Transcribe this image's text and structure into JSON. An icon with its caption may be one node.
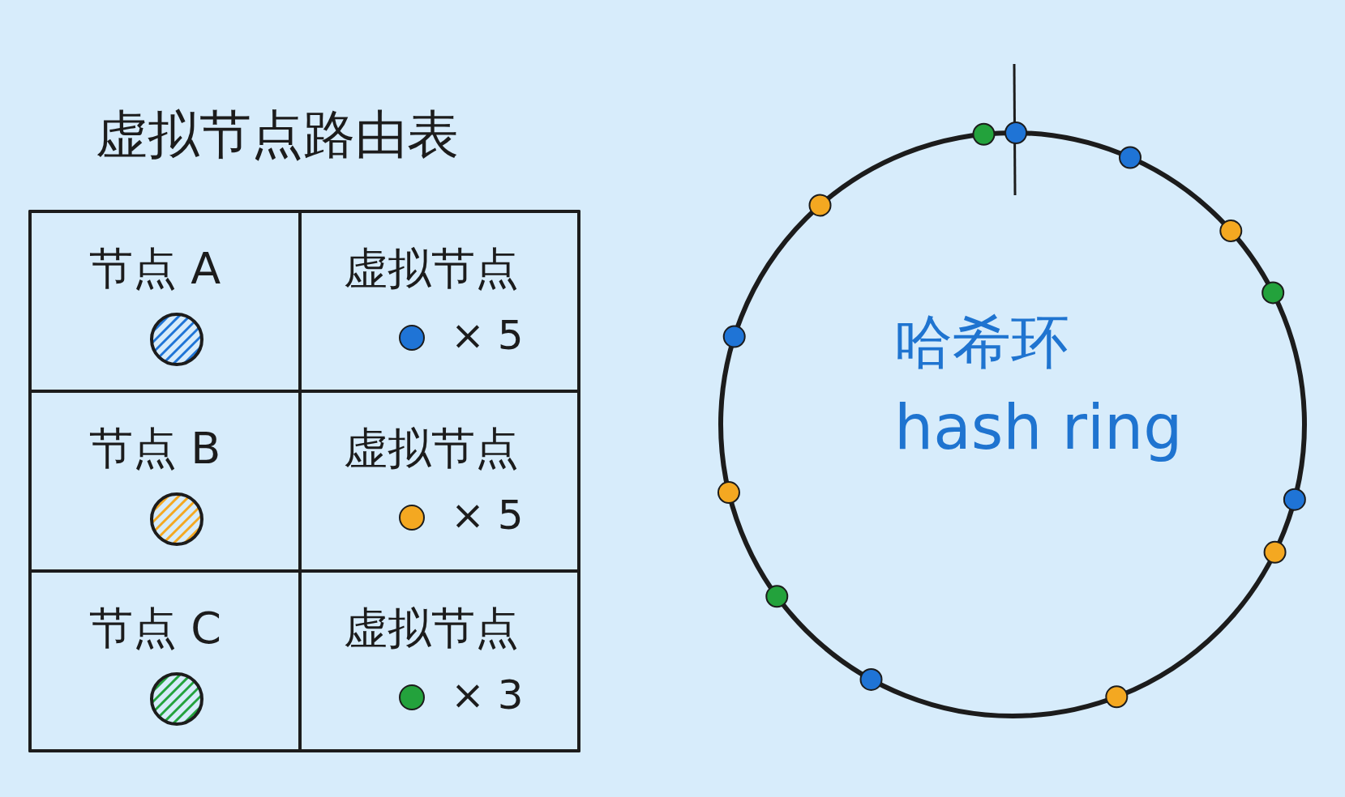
{
  "diagram": {
    "title": "虚拟节点路由表",
    "nodes": [
      {
        "text": [
          "哈希环",
          "hash ring"
        ]
      }
    ],
    "labels": [
      "节点 A",
      "虚拟节点",
      "× 5",
      "节点 B",
      "虚拟节点",
      "× 5",
      "节点 C",
      "虚拟节点",
      "× 3"
    ]
  }
}
